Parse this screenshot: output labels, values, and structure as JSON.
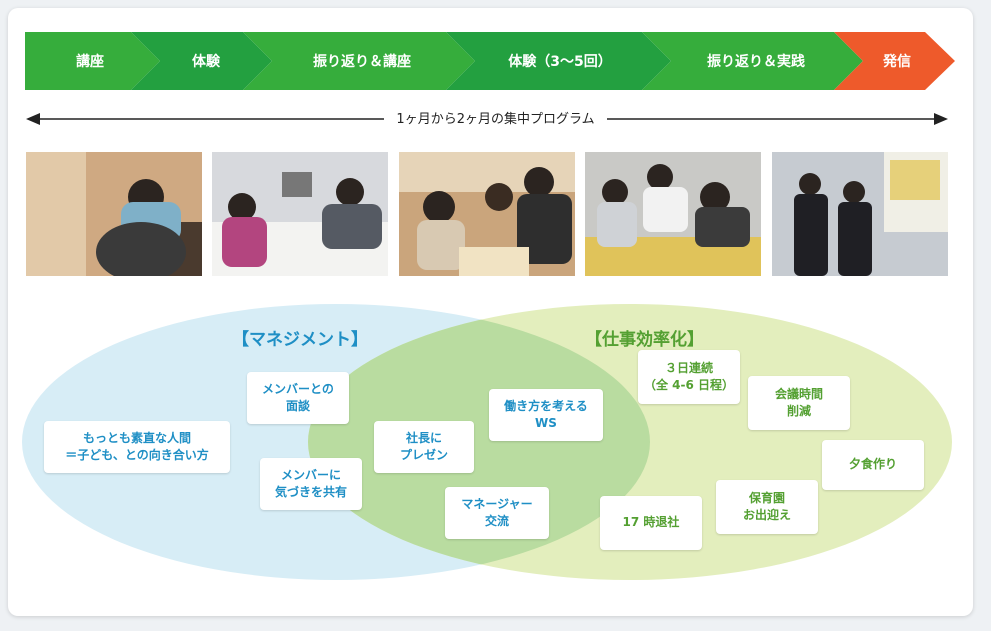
{
  "steps": [
    {
      "label": "講座",
      "color": "#36ad3c"
    },
    {
      "label": "体験",
      "color": "#23a040"
    },
    {
      "label": "振り返り＆講座",
      "color": "#36ad3c"
    },
    {
      "label": "体験（3〜5回）",
      "color": "#23a040"
    },
    {
      "label": "振り返り＆実践",
      "color": "#36ad3c"
    },
    {
      "label": "発信",
      "color": "#ee5a2b"
    }
  ],
  "timeline_label": "1ヶ月から2ヶ月の集中プログラム",
  "photos": [
    {
      "name": "photo-child-on-shoulders"
    },
    {
      "name": "photo-workshop-table"
    },
    {
      "name": "photo-children-crafting"
    },
    {
      "name": "photo-team-drawing"
    },
    {
      "name": "photo-presentation"
    }
  ],
  "venn": {
    "left_title": "【マネジメント】",
    "right_title": "【仕事効率化】",
    "left_color": "#d7edf6",
    "right_color": "#e3eebd",
    "overlap_color": "#b9dca0",
    "left_items": [
      "もっとも素直な人間\n＝子ども、との向き合い方",
      "メンバーとの\n面談",
      "メンバーに\n気づきを共有"
    ],
    "center_items": [
      "社長に\nプレゼン",
      "働き方を考える\nWS",
      "マネージャー\n交流"
    ],
    "right_items": [
      "３日連続\n（全 4-6 日程）",
      "会議時間\n削減",
      "夕食作り",
      "保育園\nお出迎え",
      "17 時退社"
    ]
  }
}
